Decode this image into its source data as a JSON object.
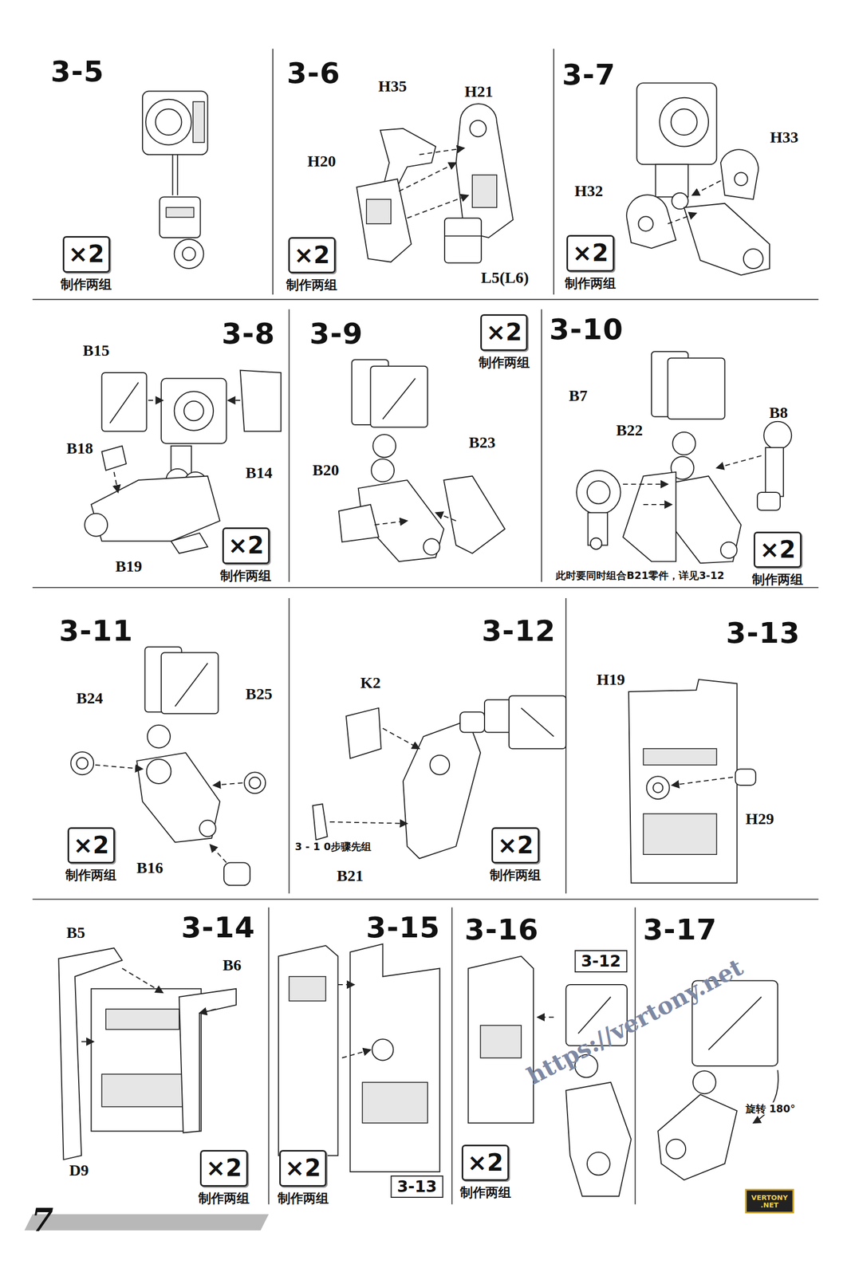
{
  "diagram": {
    "nodes": [
      {
        "text": [
          "×2",
          "制作两组"
        ]
      },
      {
        "text": [
          "×2",
          "制作两组"
        ]
      },
      {
        "text": [
          "×2",
          "制作两组"
        ]
      },
      {
        "text": [
          "×2",
          "制作两组"
        ]
      },
      {
        "text": [
          "×2",
          "制作两组"
        ]
      },
      {
        "text": [
          "×2",
          "制作两组"
        ]
      },
      {
        "text": [
          "×2",
          "制作两组"
        ]
      },
      {
        "text": [
          "×2",
          "制作两组"
        ]
      },
      {
        "text": [
          "×2",
          "制作两组"
        ]
      },
      {
        "text": [
          "×2",
          "制作两组"
        ]
      },
      {
        "text": [
          "3-13"
        ]
      },
      {
        "text": [
          "3-12"
        ]
      },
      {
        "text": [
          "×2",
          "制作两组"
        ]
      }
    ],
    "edges": [],
    "labels": [
      "3-5",
      "3-6",
      "H35",
      "H21",
      "H20",
      "L5(L6)",
      "3-7",
      "H33",
      "H32",
      "B15",
      "3-8",
      "B18",
      "B14",
      "B19",
      "3-9",
      "B20",
      "B23",
      "3-10",
      "B7",
      "B22",
      "B8",
      "此时要同时组合B21零件，详见3-12",
      "3-11",
      "B24",
      "B25",
      "B16",
      "3-12",
      "K2",
      "3 - 1 0步骤先组",
      "B21",
      "3-13",
      "H19",
      "H29",
      "B5",
      "3-14",
      "B6",
      "D9",
      "3-15",
      "3-16",
      "3-17",
      "旋转 180°",
      "https://vertony.net",
      "VERTONY .NET",
      "7"
    ]
  }
}
